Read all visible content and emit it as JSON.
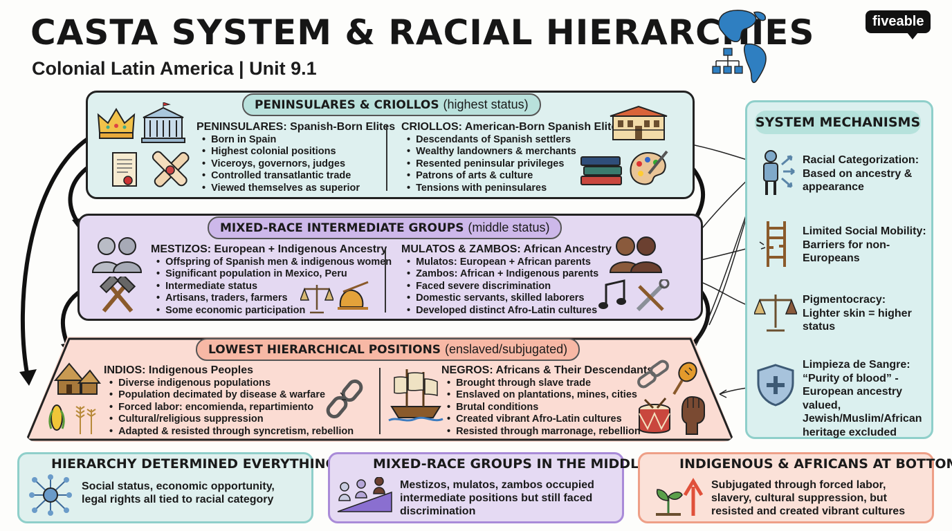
{
  "header": {
    "title": "CASTA SYSTEM & RACIAL HIERARCHIES",
    "subtitle": "Colonial Latin America | Unit 9.1",
    "brand": "fiveable"
  },
  "tiers": {
    "top": {
      "label": "PENINSULARES & CRIOLLOS",
      "status": "(highest status)",
      "left": {
        "heading": "PENINSULARES: Spanish-Born Elites",
        "items": [
          "Born in Spain",
          "Highest colonial positions",
          "Viceroys, governors, judges",
          "Controlled transatlantic trade",
          "Viewed themselves as superior"
        ]
      },
      "right": {
        "heading": "CRIOLLOS: American-Born Spanish Elites",
        "items": [
          "Descendants of Spanish settlers",
          "Wealthy landowners & merchants",
          "Resented peninsular privileges",
          "Patrons of arts & culture",
          "Tensions with peninsulares"
        ]
      }
    },
    "middle": {
      "label": "MIXED-RACE INTERMEDIATE GROUPS",
      "status": "(middle status)",
      "left": {
        "heading": "MESTIZOS: European + Indigenous Ancestry",
        "items": [
          "Offspring of Spanish men & indigenous women",
          "Significant population in Mexico, Peru",
          "Intermediate status",
          "Artisans, traders, farmers",
          "Some economic participation"
        ]
      },
      "right": {
        "heading": "MULATOS & ZAMBOS: African Ancestry",
        "items": [
          "Mulatos: European + African parents",
          "Zambos: African + Indigenous parents",
          "Faced severe discrimination",
          "Domestic servants, skilled laborers",
          "Developed distinct Afro-Latin cultures"
        ]
      }
    },
    "lowest": {
      "label": "LOWEST HIERARCHICAL POSITIONS",
      "status": "(enslaved/subjugated)",
      "left": {
        "heading": "INDIOS: Indigenous Peoples",
        "items": [
          "Diverse indigenous populations",
          "Population decimated by disease & warfare",
          "Forced labor: encomienda, repartimiento",
          "Cultural/religious suppression",
          "Adapted & resisted through syncretism, rebellion"
        ]
      },
      "right": {
        "heading": "NEGROS: Africans & Their Descendants",
        "items": [
          "Brought through slave trade",
          "Enslaved on plantations, mines, cities",
          "Brutal conditions",
          "Created vibrant Afro-Latin cultures",
          "Resisted through marronage, rebellion"
        ]
      }
    }
  },
  "mechanisms": {
    "title": "SYSTEM MECHANISMS",
    "items": [
      {
        "title": "Racial Categorization:",
        "text": "Based on ancestry & appearance",
        "icon": "person-arrows-icon"
      },
      {
        "title": "Limited Social Mobility:",
        "text": "Barriers for non-Europeans",
        "icon": "broken-ladder-icon"
      },
      {
        "title": "Pigmentocracy:",
        "text": "Lighter skin = higher status",
        "icon": "scales-icon"
      },
      {
        "title": "Limpieza de Sangre:",
        "text": "“Purity of blood” - European ancestry valued, Jewish/Muslim/African heritage excluded",
        "icon": "shield-cross-icon"
      }
    ]
  },
  "summary": [
    {
      "title": "HIERARCHY DETERMINED EVERYTHING",
      "text": "Social status, economic opportunity, legal rights all tied to racial category"
    },
    {
      "title": "MIXED-RACE GROUPS IN THE MIDDLE",
      "text": "Mestizos, mulatos, zambos occupied intermediate positions but still faced discrimination"
    },
    {
      "title": "INDIGENOUS & AFRICANS AT BOTTOM",
      "text": "Subjugated through forced labor, slavery, cultural suppression, but resisted and created vibrant cultures"
    }
  ],
  "colors": {
    "top_band": "#def0ef",
    "middle_band": "#e4d9f2",
    "lowest_band": "#fbdcd3",
    "panel": "#dbf0ef"
  }
}
